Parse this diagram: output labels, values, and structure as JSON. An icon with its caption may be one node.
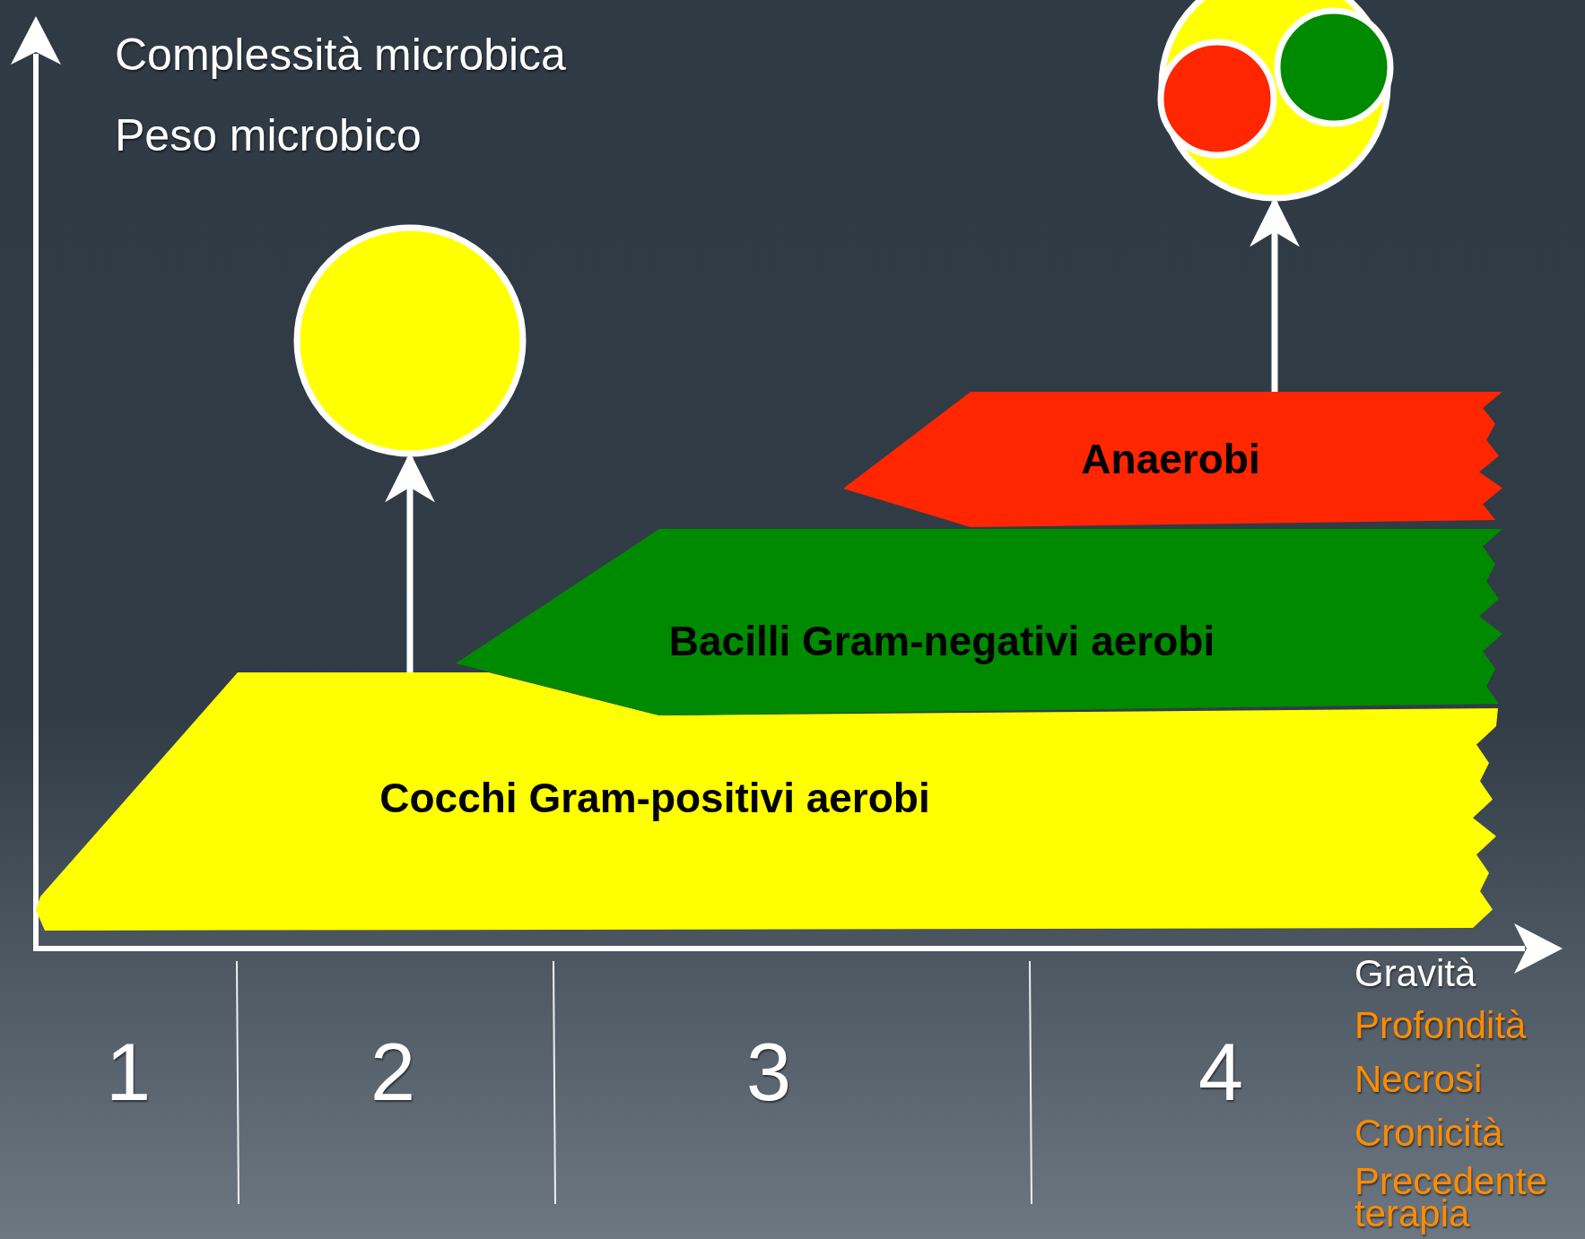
{
  "diagram": {
    "nodes": [
      {
        "text": [],
        "shape": "circle"
      },
      {
        "text": [],
        "shape": "circle",
        "in": 0
      },
      {
        "text": [],
        "shape": "circle",
        "in": 0
      },
      {
        "text": [],
        "shape": "circle"
      },
      {
        "text": [
          "Anaerobi"
        ]
      },
      {
        "text": [
          "Bacilli Gram-negativi aerobi"
        ]
      },
      {
        "text": [
          "Cocchi Gram-positivi aerobi"
        ]
      }
    ],
    "edges": [
      {
        "from": 6,
        "to": 3,
        "arrow": "to"
      },
      {
        "from": 4,
        "to": 0,
        "arrow": "to"
      }
    ],
    "labels": [
      "Complessità microbica",
      "Peso microbico",
      "1",
      "2",
      "3",
      "4",
      "Gravità",
      "Profondità",
      "Necrosi",
      "Cronicità",
      "Precedente terapia"
    ]
  }
}
